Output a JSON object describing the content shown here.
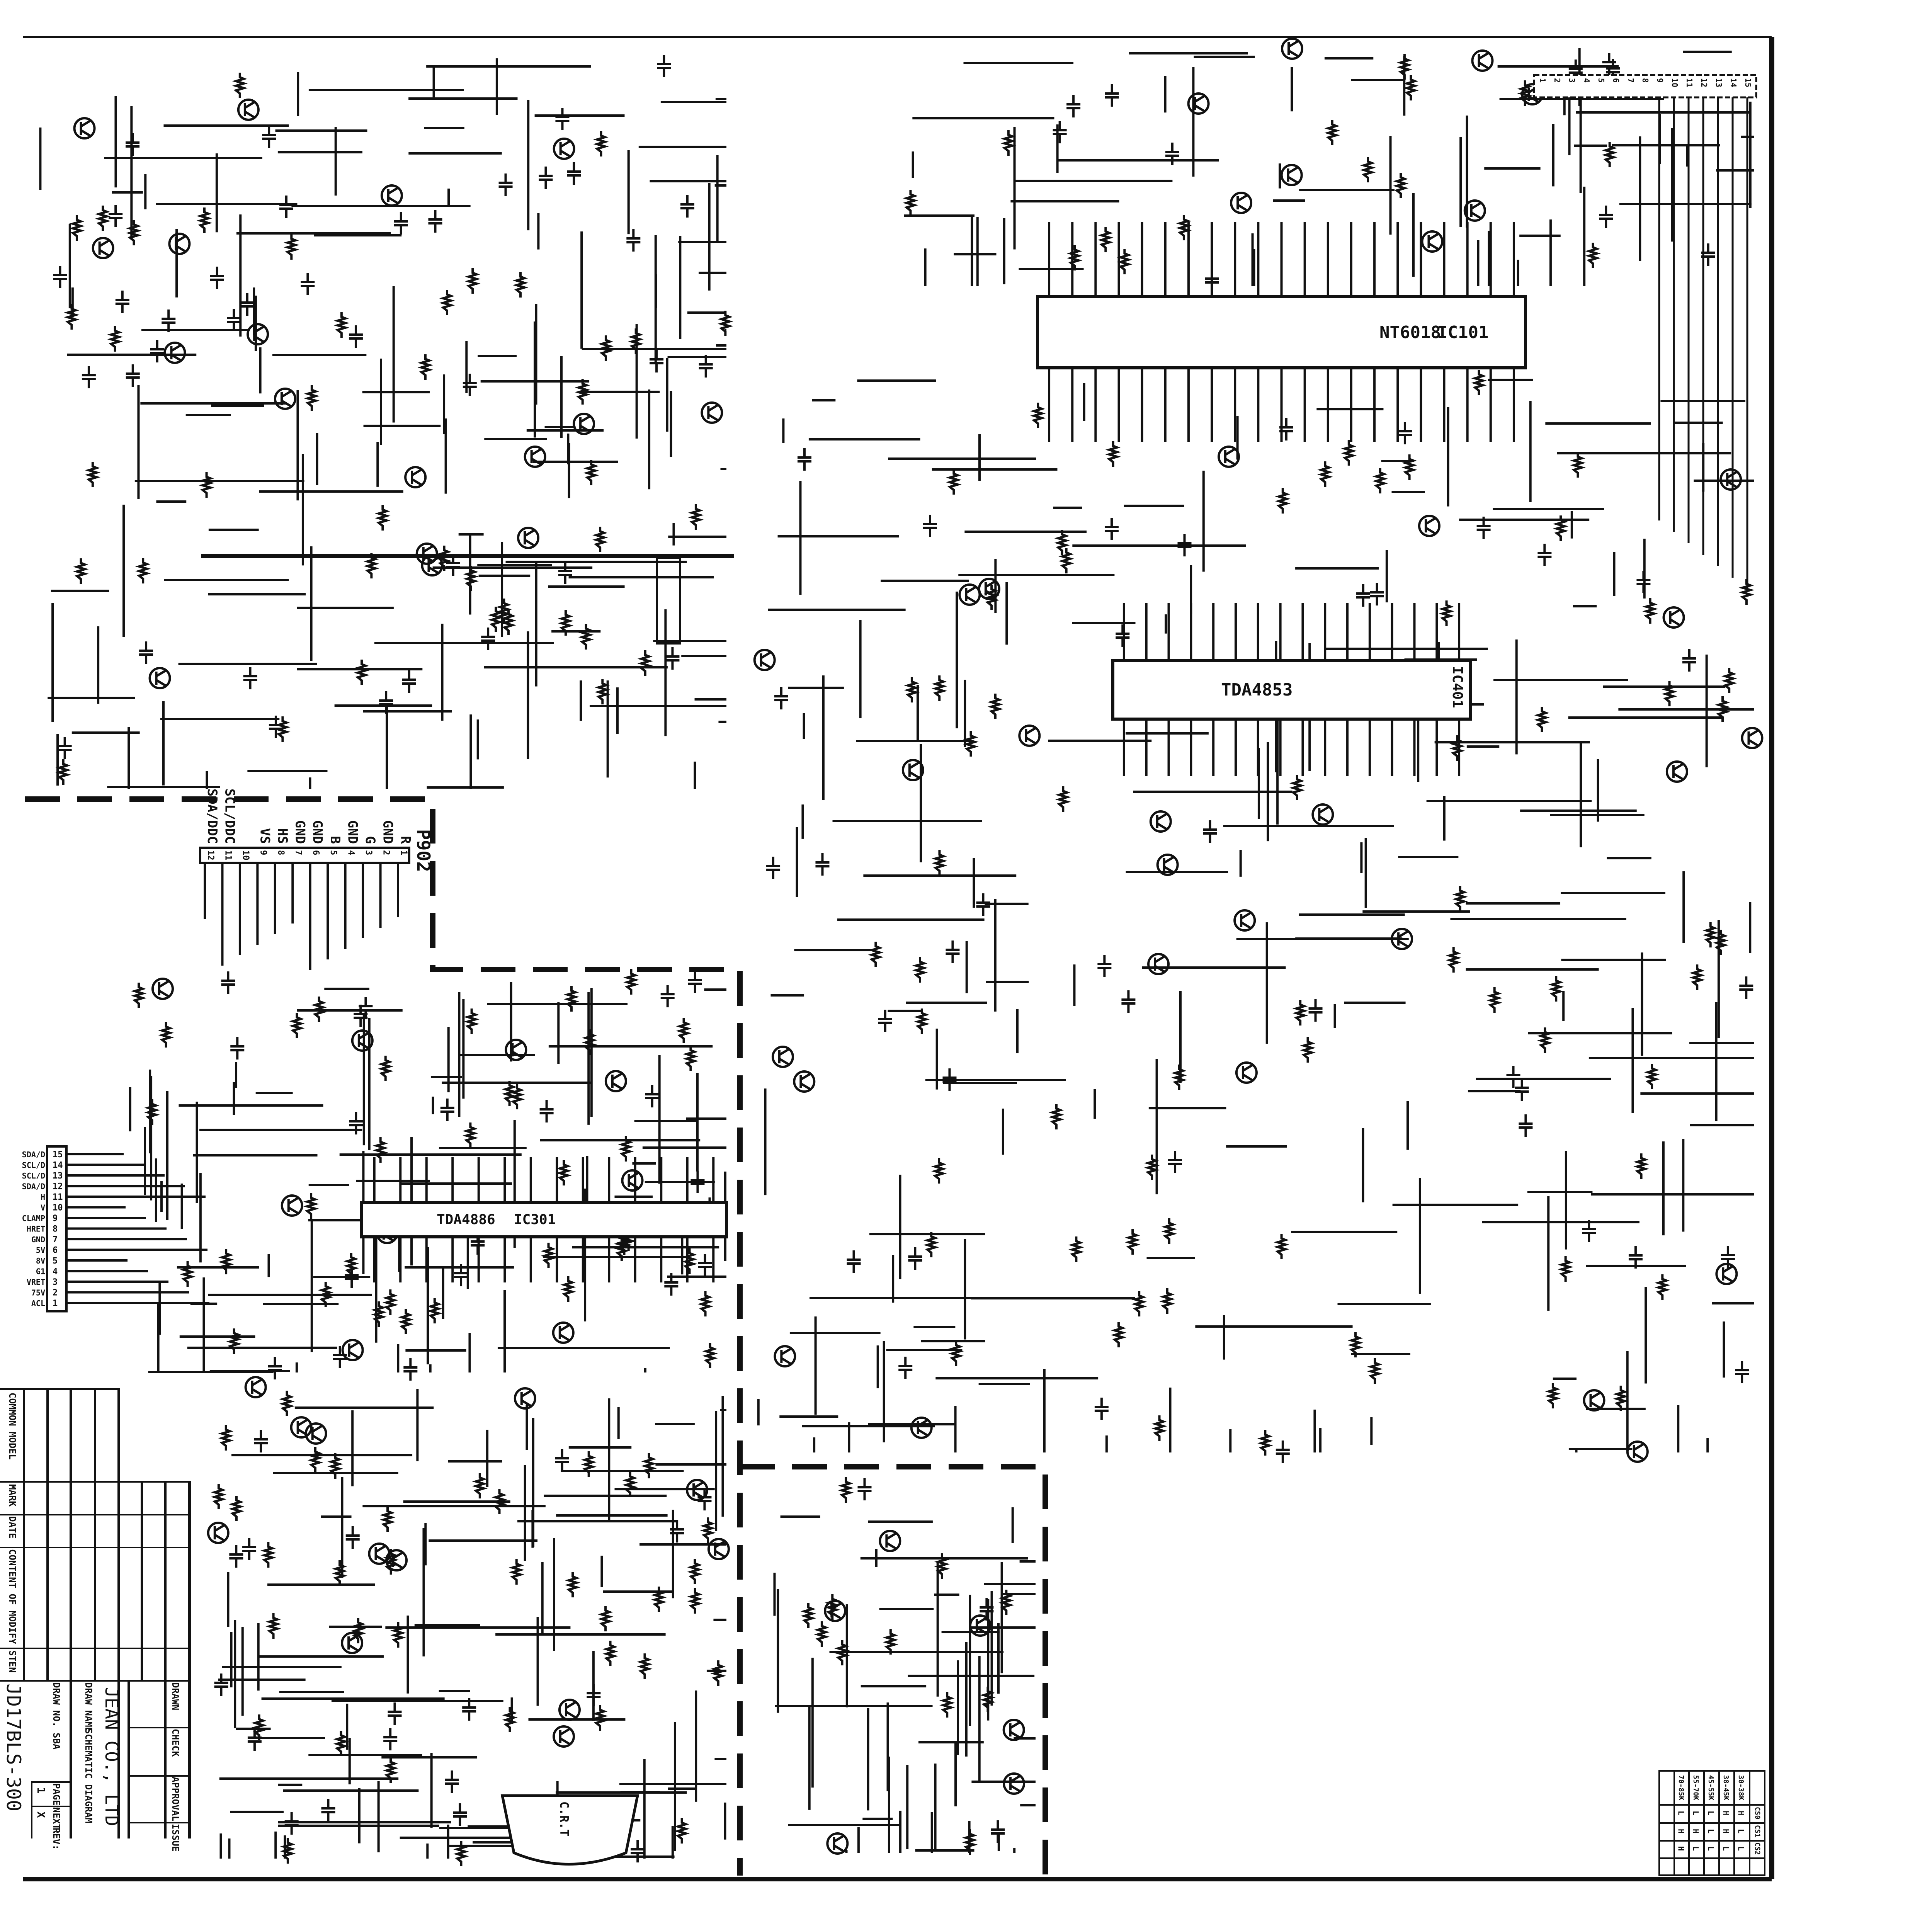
{
  "ics": {
    "mcu": {
      "part": "NT6018",
      "ref": "IC101"
    },
    "deflection": {
      "part": "TDA4853",
      "ref": "IC401"
    },
    "video": {
      "part": "TDA4886",
      "ref": "IC301"
    }
  },
  "p902": {
    "ref": "P902",
    "pins": [
      {
        "num": "1",
        "label": "R"
      },
      {
        "num": "2",
        "label": "GND"
      },
      {
        "num": "3",
        "label": "G"
      },
      {
        "num": "4",
        "label": "GND"
      },
      {
        "num": "5",
        "label": "B"
      },
      {
        "num": "6",
        "label": "GND"
      },
      {
        "num": "7",
        "label": "GND"
      },
      {
        "num": "8",
        "label": "HS"
      },
      {
        "num": "9",
        "label": "VS"
      },
      {
        "num": "10",
        "label": ""
      },
      {
        "num": "11",
        "label": "SCL/DDC"
      },
      {
        "num": "12",
        "label": "SDA/DDC"
      }
    ]
  },
  "board_connector": {
    "pins": [
      {
        "num": "15",
        "label": "SDA/D"
      },
      {
        "num": "14",
        "label": "SCL/D"
      },
      {
        "num": "13",
        "label": "SCL/D"
      },
      {
        "num": "12",
        "label": "SDA/D"
      },
      {
        "num": "11",
        "label": "H"
      },
      {
        "num": "10",
        "label": "V"
      },
      {
        "num": "9",
        "label": "CLAMP"
      },
      {
        "num": "8",
        "label": "HRET"
      },
      {
        "num": "7",
        "label": "GND"
      },
      {
        "num": "6",
        "label": "5V"
      },
      {
        "num": "5",
        "label": "8V"
      },
      {
        "num": "4",
        "label": "G1"
      },
      {
        "num": "3",
        "label": "VRET"
      },
      {
        "num": "2",
        "label": "75V"
      },
      {
        "num": "1",
        "label": "ACL"
      }
    ]
  },
  "top_connector": {
    "pins": [
      "1",
      "2",
      "3",
      "4",
      "5",
      "6",
      "7",
      "8",
      "9",
      "10",
      "11",
      "12",
      "13",
      "14",
      "15"
    ]
  },
  "crt": {
    "label": "C.R.T"
  },
  "title_block": {
    "common_model": "COMMON MODEL",
    "mark": "MARK",
    "date": "DATE",
    "content_of_modify": "CONTENT OF MODIFY",
    "sten": "STEN",
    "model": "JD17BLS-300",
    "draw_no_label": "DRAW NO. SBA",
    "page_label": "PAGE:",
    "page_value": "1",
    "next_label": "NEXT:",
    "next_value": "X",
    "rev_label": "REV:",
    "draw_name_label": "DRAW NAME",
    "draw_name": "SCHEMATIC DIAGRAM",
    "company": "JEAN CO., LTD",
    "drawn": "DRAWN",
    "check": "CHECK",
    "approval": "APPROVAL",
    "issue": "ISSUE"
  },
  "mode_table": {
    "signals": [
      "CS0",
      "CS1",
      "CS2"
    ],
    "modes": [
      {
        "range": "30-38K",
        "values": [
          "H",
          "L",
          "L"
        ]
      },
      {
        "range": "38-45K",
        "values": [
          "H",
          "H",
          "L"
        ]
      },
      {
        "range": "45-55K",
        "values": [
          "L",
          "L",
          "L"
        ]
      },
      {
        "range": "55-70K",
        "values": [
          "L",
          "H",
          "L"
        ]
      },
      {
        "range": "70-85K",
        "values": [
          "L",
          "H",
          "H"
        ]
      }
    ]
  }
}
